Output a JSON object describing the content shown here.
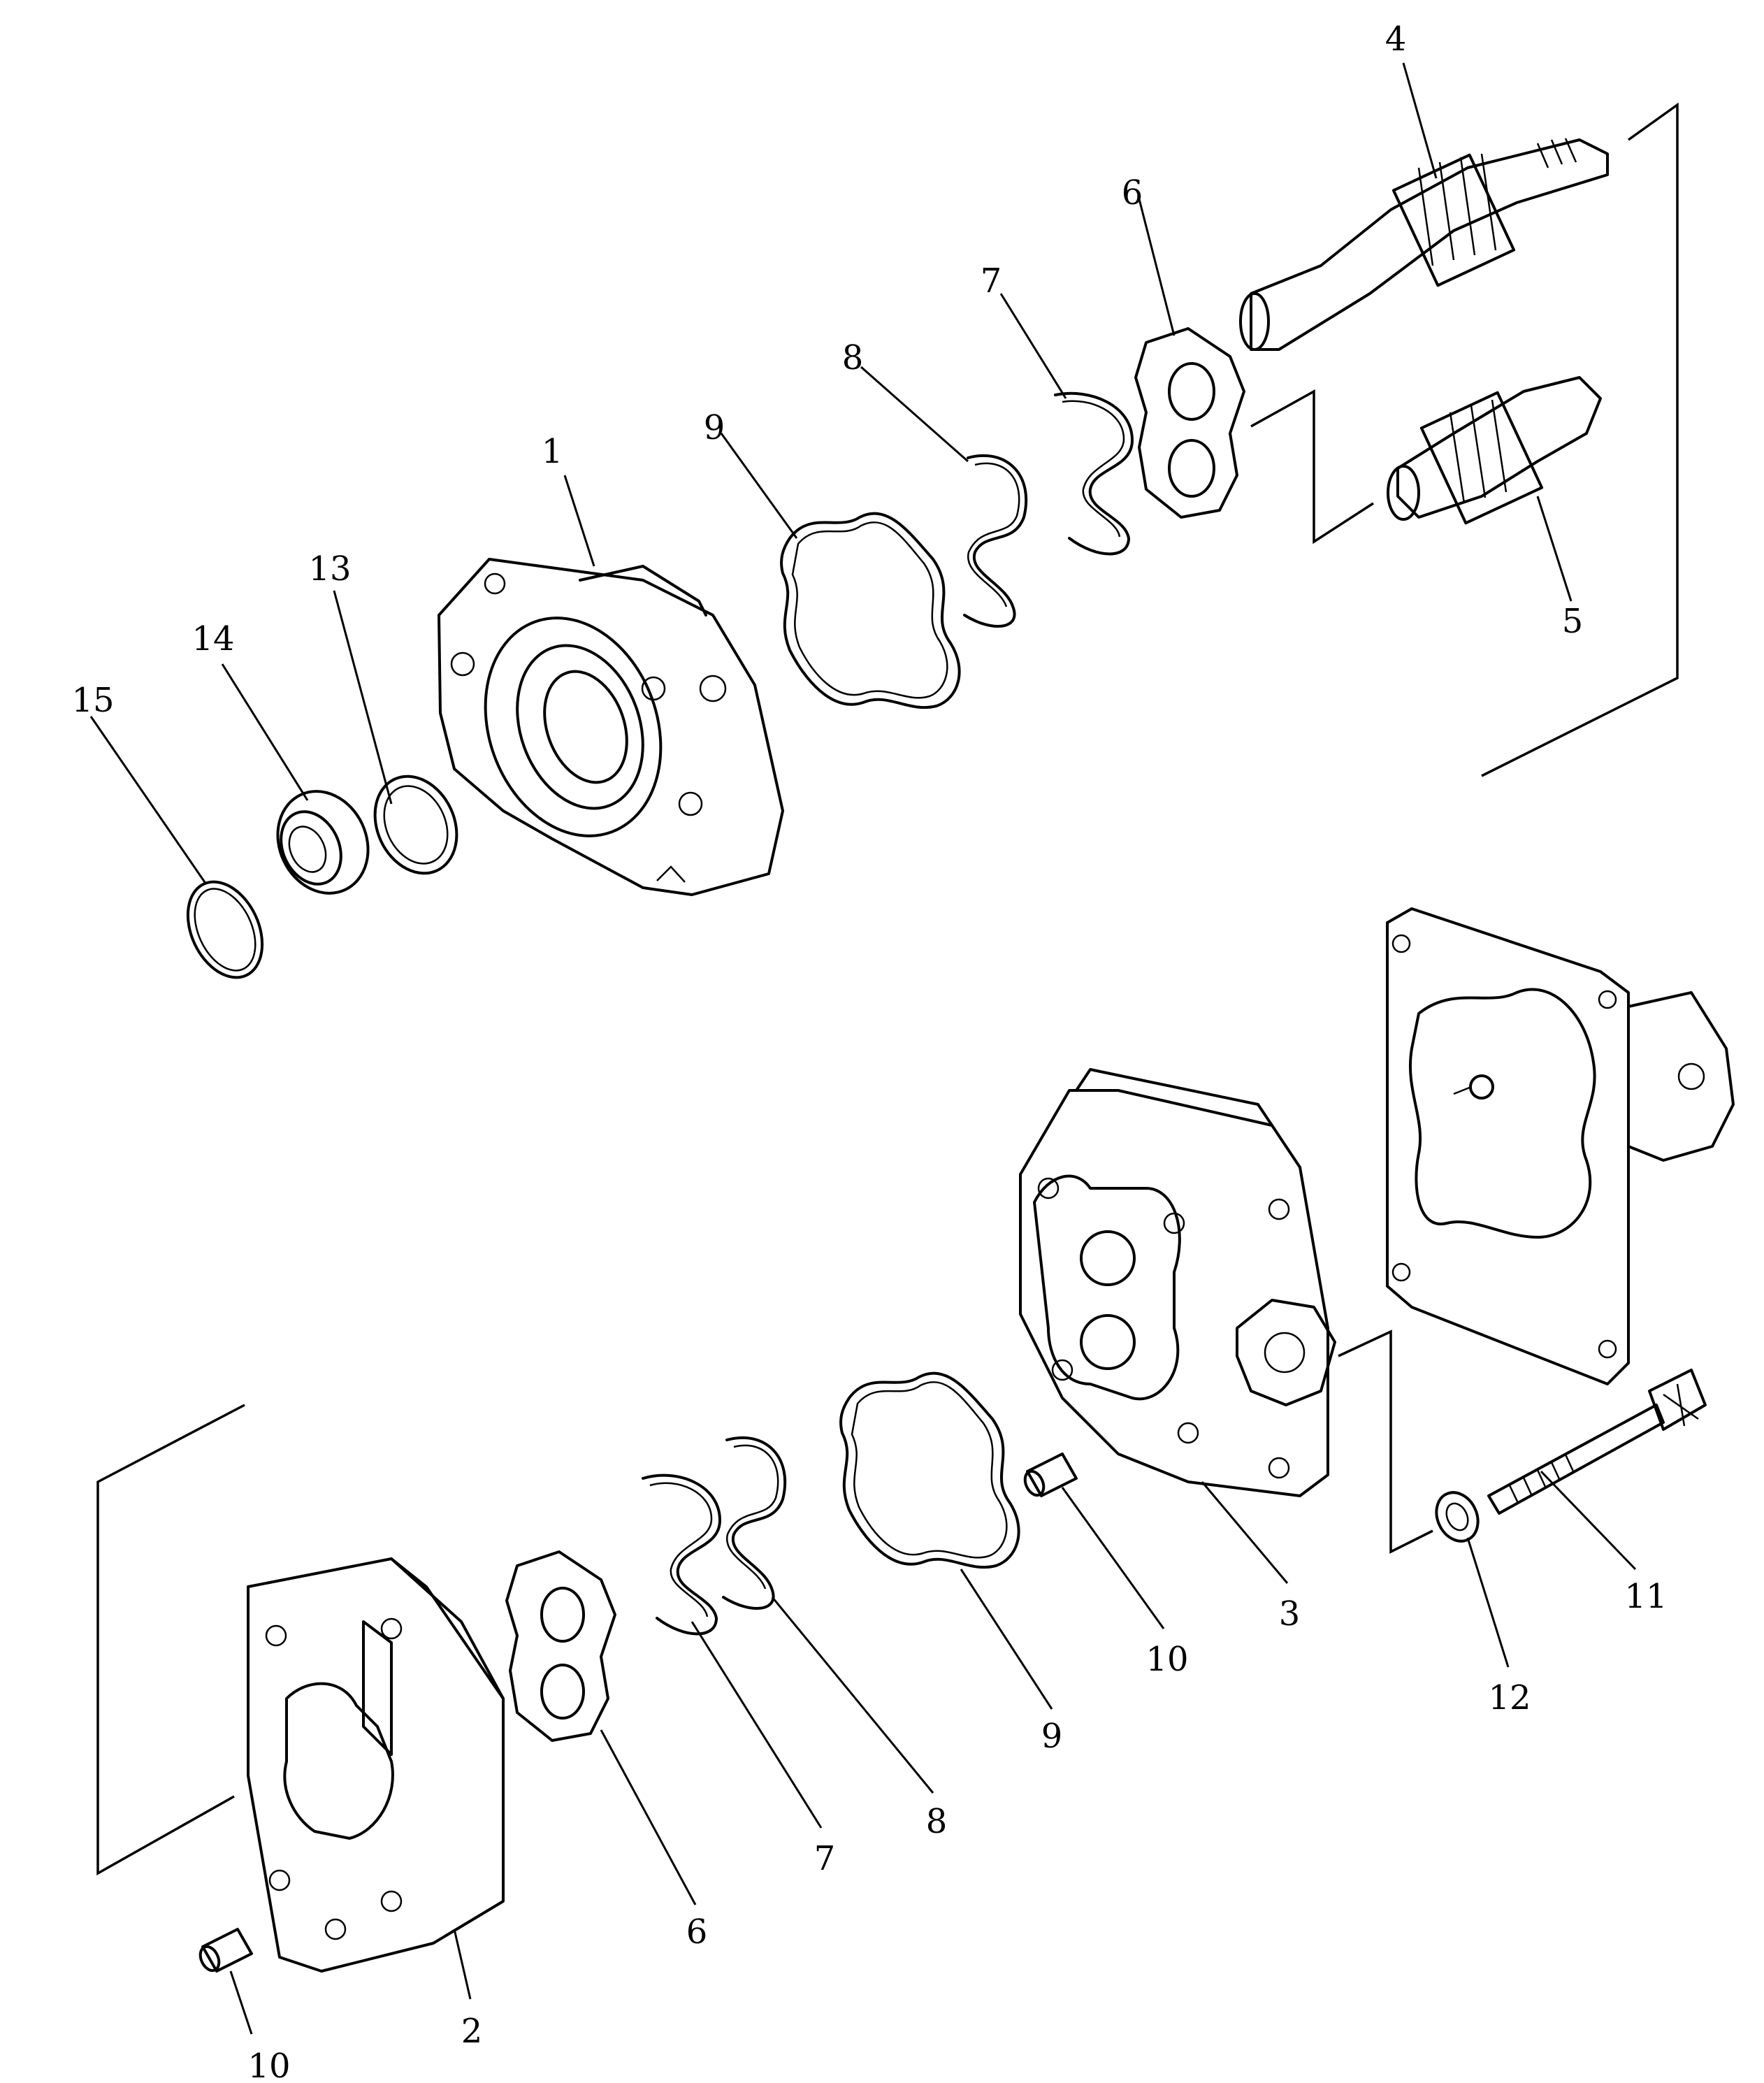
{
  "callouts": [
    "1",
    "2",
    "3",
    "4",
    "5",
    "6",
    "7",
    "8",
    "9",
    "10",
    "11",
    "12",
    "13",
    "14",
    "15"
  ],
  "colors": {
    "ink": "#000000",
    "paper": "#ffffff"
  }
}
